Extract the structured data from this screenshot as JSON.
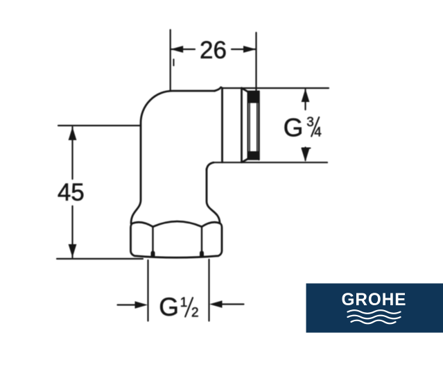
{
  "drawing": {
    "line_color": "#141414",
    "background": "#ffffff",
    "dim_width": {
      "value": "26"
    },
    "dim_height": {
      "value": "45"
    },
    "thread_outlet": {
      "label": "G",
      "numerator": "3",
      "denominator": "4"
    },
    "thread_inlet": {
      "label": "G",
      "numerator": "1",
      "denominator": "2"
    }
  },
  "logo": {
    "text": "GROHE",
    "box_color": "#0f3557",
    "text_color": "#ffffff"
  }
}
